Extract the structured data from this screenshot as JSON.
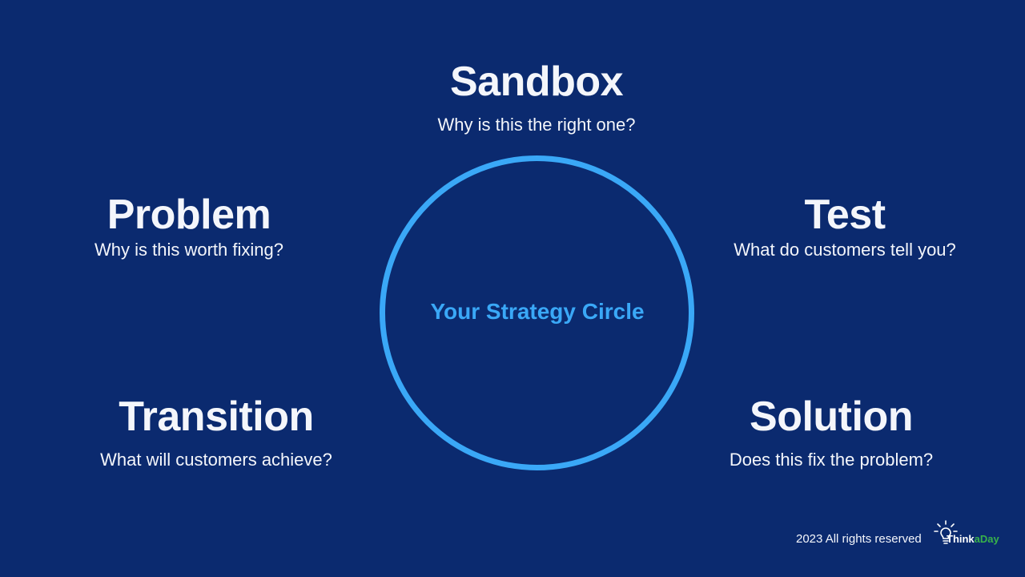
{
  "diagram": {
    "center_label": "Your Strategy Circle",
    "nodes": [
      {
        "title": "Sandbox",
        "question": "Why is this the right one?"
      },
      {
        "title": "Problem",
        "question": "Why is this worth fixing?"
      },
      {
        "title": "Test",
        "question": "What do customers tell you?"
      },
      {
        "title": "Transition",
        "question": "What will customers achieve?"
      },
      {
        "title": "Solution",
        "question": "Does this fix the problem?"
      }
    ]
  },
  "footer": {
    "copyright": "2023 All rights reserved"
  },
  "logo": {
    "part1": "Think",
    "part2": "aDay"
  },
  "colors": {
    "background": "#0b2a6f",
    "accent": "#3aa8f7",
    "text": "#f4f6fb",
    "logo_green": "#38b24a"
  },
  "icons": {
    "logo": "lightbulb-icon"
  }
}
